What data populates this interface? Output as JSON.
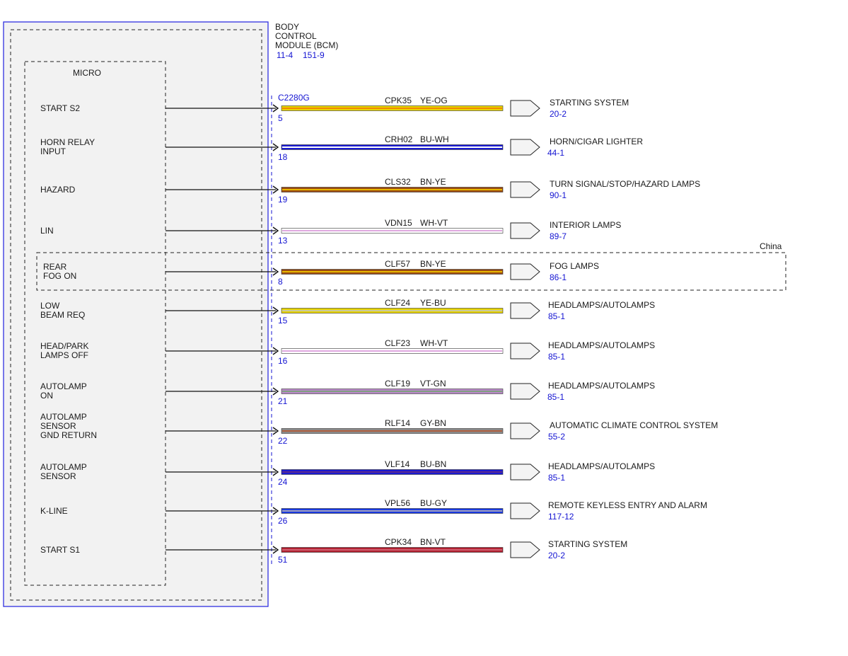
{
  "module": {
    "name": "BODY\nCONTROL\nMODULE (BCM)",
    "refs": [
      "11-4",
      "151-9"
    ],
    "micro_label": "MICRO",
    "connector": "C2280G"
  },
  "region_note": "China",
  "circuits": [
    {
      "input": "START S2",
      "pin": "5",
      "circuit": "CPK35",
      "color_code": "YE-OG",
      "dest": "STARTING SYSTEM",
      "ref": "20-2",
      "colors": [
        "#e8d400",
        "#f08a00"
      ]
    },
    {
      "input": "HORN RELAY\nINPUT",
      "pin": "18",
      "circuit": "CRH02",
      "color_code": "BU-WH",
      "dest": "HORN/CIGAR LIGHTER",
      "ref": "44-1",
      "colors": [
        "#1a1ad0",
        "#ffffff"
      ]
    },
    {
      "input": "HAZARD",
      "pin": "19",
      "circuit": "CLS32",
      "color_code": "BN-YE",
      "dest": "TURN SIGNAL/STOP/HAZARD LAMPS",
      "ref": "90-1",
      "colors": [
        "#9a4a10",
        "#e8b800"
      ]
    },
    {
      "input": "LIN",
      "pin": "13",
      "circuit": "VDN15",
      "color_code": "WH-VT",
      "dest": "INTERIOR LAMPS",
      "ref": "89-7",
      "colors": [
        "#ffffff",
        "#e0a8e0"
      ]
    },
    {
      "input": "REAR\nFOG ON",
      "pin": "8",
      "circuit": "CLF57",
      "color_code": "BN-YE",
      "dest": "FOG LAMPS",
      "ref": "86-1",
      "colors": [
        "#9a4a10",
        "#e8b800"
      ]
    },
    {
      "input": "LOW\nBEAM REQ",
      "pin": "15",
      "circuit": "CLF24",
      "color_code": "YE-BU",
      "dest": "HEADLAMPS/AUTOLAMPS",
      "ref": "85-1",
      "colors": [
        "#e8d400",
        "#c8c8a0"
      ]
    },
    {
      "input": "HEAD/PARK\nLAMPS OFF",
      "pin": "16",
      "circuit": "CLF23",
      "color_code": "WH-VT",
      "dest": "HEADLAMPS/AUTOLAMPS",
      "ref": "85-1",
      "colors": [
        "#ffffff",
        "#e0a8e0"
      ]
    },
    {
      "input": "AUTOLAMP\nON",
      "pin": "21",
      "circuit": "CLF19",
      "color_code": "VT-GN",
      "dest": "HEADLAMPS/AUTOLAMPS",
      "ref": "85-1",
      "colors": [
        "#b888c8",
        "#80a080"
      ]
    },
    {
      "input": "AUTOLAMP\nSENSOR\nGND RETURN",
      "pin": "22",
      "circuit": "RLF14",
      "color_code": "GY-BN",
      "dest": "AUTOMATIC CLIMATE CONTROL SYSTEM",
      "ref": "55-2",
      "colors": [
        "#8a8a8a",
        "#b06040"
      ]
    },
    {
      "input": "AUTOLAMP\nSENSOR",
      "pin": "24",
      "circuit": "VLF14",
      "color_code": "BU-BN",
      "dest": "HEADLAMPS/AUTOLAMPS",
      "ref": "85-1",
      "colors": [
        "#1a1ad0",
        "#5a2a90"
      ]
    },
    {
      "input": "K-LINE",
      "pin": "26",
      "circuit": "VPL56",
      "color_code": "BU-GY",
      "dest": "REMOTE KEYLESS ENTRY AND ALARM",
      "ref": "117-12",
      "colors": [
        "#1a3ae0",
        "#a0a0c0"
      ]
    },
    {
      "input": "START S1",
      "pin": "51",
      "circuit": "CPK34",
      "color_code": "BN-VT",
      "dest": "STARTING SYSTEM",
      "ref": "20-2",
      "colors": [
        "#b02030",
        "#d06070"
      ]
    }
  ],
  "colors": {
    "module_border": "#3030e0",
    "module_fill": "#f2f2f2",
    "connector_line": "#1414d2",
    "ref_text": "#1414d2"
  }
}
